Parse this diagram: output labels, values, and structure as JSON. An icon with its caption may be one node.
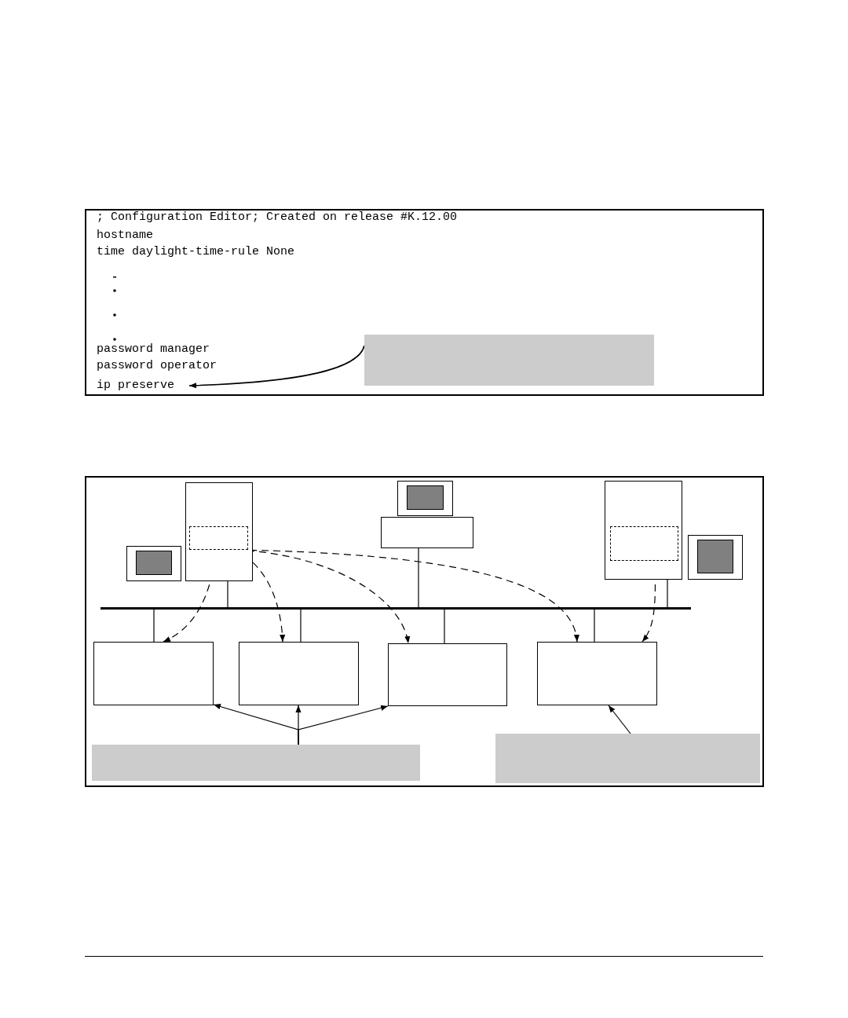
{
  "diagram": {
    "nodes": [
      {
        "text": [],
        "shape": "box"
      },
      {
        "text": [
          "ip preserve"
        ]
      },
      {
        "text": [],
        "shape": "box"
      },
      {
        "text": [],
        "shape": "box",
        "in": 2
      },
      {
        "text": [],
        "shape": "monitor"
      },
      {
        "text": [],
        "shape": "monitor"
      },
      {
        "text": [],
        "shape": "box"
      },
      {
        "text": [],
        "shape": "box"
      },
      {
        "text": [],
        "shape": "box",
        "in": 7
      },
      {
        "text": [],
        "shape": "monitor"
      },
      {
        "text": [],
        "shape": "bar"
      },
      {
        "text": [],
        "shape": "box"
      },
      {
        "text": [],
        "shape": "box"
      },
      {
        "text": [],
        "shape": "box"
      },
      {
        "text": [],
        "shape": "box"
      },
      {
        "text": [],
        "shape": "box"
      },
      {
        "text": [],
        "shape": "box"
      }
    ],
    "edges": [
      {
        "from": 0,
        "to": 1,
        "arrow": "to"
      },
      {
        "from": 3,
        "to": 11,
        "arrow": "to",
        "style": "dashed"
      },
      {
        "from": 3,
        "to": 12,
        "arrow": "to",
        "style": "dashed"
      },
      {
        "from": 3,
        "to": 13,
        "arrow": "to",
        "style": "dashed"
      },
      {
        "from": 3,
        "to": 14,
        "arrow": "to",
        "style": "dashed"
      },
      {
        "from": 8,
        "to": 14,
        "arrow": "to",
        "style": "dashed"
      },
      {
        "from": 2,
        "to": 10,
        "arrow": "none"
      },
      {
        "from": 6,
        "to": 10,
        "arrow": "none"
      },
      {
        "from": 7,
        "to": 10,
        "arrow": "none"
      },
      {
        "from": 10,
        "to": 11,
        "arrow": "none"
      },
      {
        "from": 10,
        "to": 12,
        "arrow": "none"
      },
      {
        "from": 10,
        "to": 13,
        "arrow": "none"
      },
      {
        "from": 10,
        "to": 14,
        "arrow": "none"
      },
      {
        "from": 15,
        "to": 11,
        "arrow": "to"
      },
      {
        "from": 15,
        "to": 12,
        "arrow": "to"
      },
      {
        "from": 15,
        "to": 13,
        "arrow": "to"
      },
      {
        "from": 16,
        "to": 14,
        "arrow": "to"
      }
    ],
    "labels": [
      "; Configuration Editor; Created on release #K.12.00",
      "hostname",
      "time daylight-time-rule None",
      "password manager",
      "password operator"
    ]
  }
}
